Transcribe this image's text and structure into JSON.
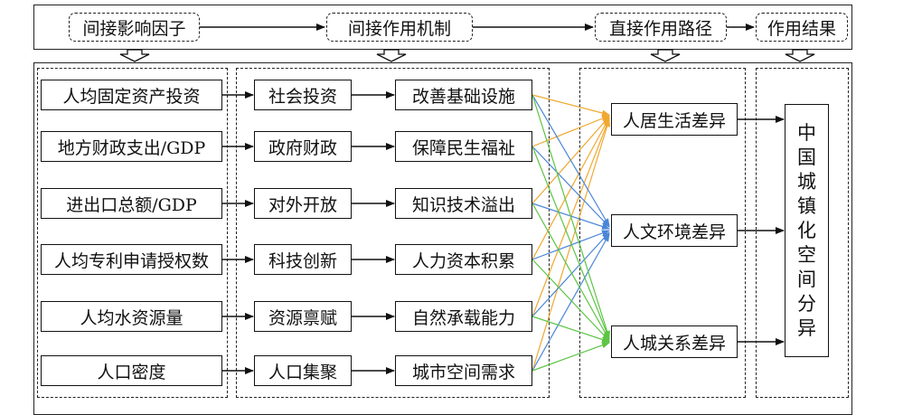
{
  "headers": [
    {
      "label": "间接影响因子"
    },
    {
      "label": "间接作用机制"
    },
    {
      "label": "直接作用路径"
    },
    {
      "label": "作用结果"
    }
  ],
  "factors": [
    {
      "label": "人均固定资产投资"
    },
    {
      "label": "地方财政支出/GDP"
    },
    {
      "label": "进出口总额/GDP"
    },
    {
      "label": "人均专利申请授权数"
    },
    {
      "label": "人均水资源量"
    },
    {
      "label": "人口密度"
    }
  ],
  "mechanisms_a": [
    {
      "label": "社会投资"
    },
    {
      "label": "政府财政"
    },
    {
      "label": "对外开放"
    },
    {
      "label": "科技创新"
    },
    {
      "label": "资源禀赋"
    },
    {
      "label": "人口集聚"
    }
  ],
  "mechanisms_b": [
    {
      "label": "改善基础设施"
    },
    {
      "label": "保障民生福祉"
    },
    {
      "label": "知识技术溢出"
    },
    {
      "label": "人力资本积累"
    },
    {
      "label": "自然承载能力"
    },
    {
      "label": "城市空间需求"
    }
  ],
  "paths": [
    {
      "label": "人居生活差异"
    },
    {
      "label": "人文环境差异"
    },
    {
      "label": "人城关系差异"
    }
  ],
  "result": {
    "chars": [
      "中",
      "国",
      "城",
      "镇",
      "化",
      "空",
      "间",
      "分",
      "异"
    ]
  },
  "colors": {
    "to_path1": "#f0a830",
    "to_path2": "#4a86d8",
    "to_path3": "#5cc444",
    "line": "#111111"
  }
}
